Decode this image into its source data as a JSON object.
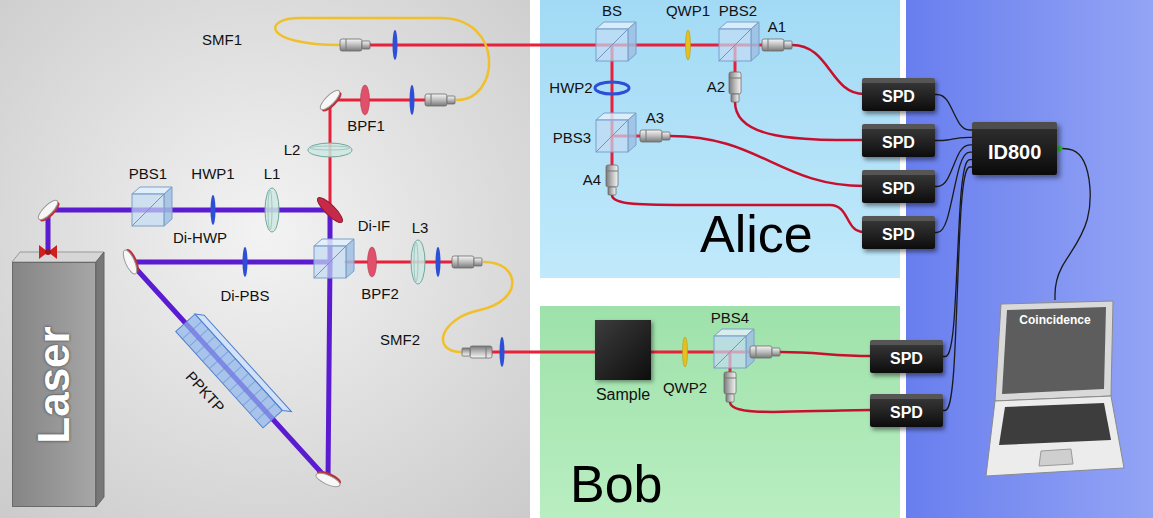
{
  "diagram": {
    "nodes": [
      {
        "text": [
          "Alice"
        ]
      },
      {
        "text": [
          "Bob"
        ]
      },
      {
        "text": [
          "Sample"
        ],
        "in": 1
      },
      {
        "text": [
          "SPD"
        ]
      },
      {
        "text": [
          "SPD"
        ]
      },
      {
        "text": [
          "SPD"
        ]
      },
      {
        "text": [
          "SPD"
        ]
      },
      {
        "text": [
          "SPD"
        ]
      },
      {
        "text": [
          "SPD"
        ]
      },
      {
        "text": [
          "ID800"
        ]
      },
      {
        "text": [
          "Laser"
        ]
      },
      {
        "text": [
          "Coincidence"
        ]
      }
    ],
    "edges": [
      {
        "from": 3,
        "to": 9,
        "arrow": "none"
      },
      {
        "from": 4,
        "to": 9,
        "arrow": "none"
      },
      {
        "from": 5,
        "to": 9,
        "arrow": "none"
      },
      {
        "from": 6,
        "to": 9,
        "arrow": "none"
      },
      {
        "from": 7,
        "to": 9,
        "arrow": "none"
      },
      {
        "from": 8,
        "to": 9,
        "arrow": "none"
      },
      {
        "from": 9,
        "to": 11,
        "arrow": "none"
      }
    ],
    "labels": [
      "SMF1",
      "L2",
      "BPF1",
      "PBS1",
      "HWP1",
      "L1",
      "Di-IF",
      "Di-HWP",
      "Di-PBS",
      "BPF2",
      "L3",
      "PPKTP",
      "SMF2",
      "BS",
      "QWP1",
      "PBS2",
      "A1",
      "HWP2",
      "PBS3",
      "A3",
      "A2",
      "A4",
      "QWP2",
      "PBS4"
    ]
  }
}
